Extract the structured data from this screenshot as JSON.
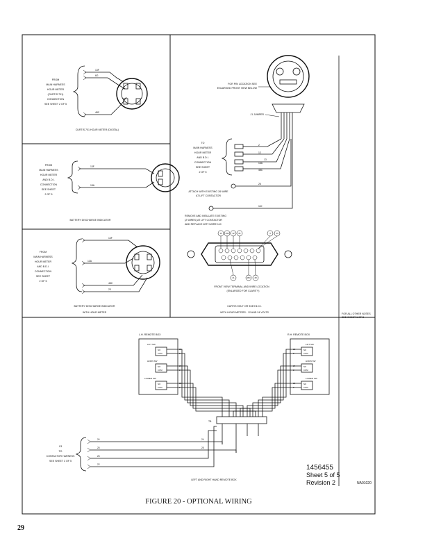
{
  "page_number": "29",
  "figure_title": "FIGURE 20 - OPTIONAL WIRING",
  "drawing": {
    "number": "1456455",
    "sheet": "Sheet 5 of 5",
    "revision": "Revision 2",
    "ref": "NA01020"
  },
  "side_note": [
    "FOR ALL OTHER NOTES",
    "SEE SHEET 1 OF 5"
  ],
  "panel_hour_meter": {
    "note": [
      "FROM",
      "MAIN HARNESS",
      "HOUR METER",
      "(CURTIS 701)",
      "CONNECTION",
      "SEE SHEET 2 OF 5"
    ],
    "wires": [
      "13F",
      "6G",
      "48C"
    ],
    "caption": "CURTIS 701 HOUR METER (DIGITAL)"
  },
  "panel_bdi": {
    "note": [
      "FROM",
      "MAIN HARNESS",
      "HOUR METER",
      "AND B.D.I.",
      "CONNECTION",
      "SEE SHEET",
      "2 OF 5"
    ],
    "wires": [
      "13F",
      "13A"
    ],
    "caption": "BATTERY DISCHARGE INDICATOR"
  },
  "panel_bdi_hm": {
    "note": [
      "FROM",
      "MAIN HARNESS",
      "HOUR METER",
      "AND B.D.I.",
      "CONNECTION",
      "SEE SHEET",
      "2 OF 5"
    ],
    "wires": [
      "13F",
      "13A",
      "48C",
      "23"
    ],
    "caption": [
      "BATTERY DISCHARGE INDICATOR",
      "WITH HOUR METER"
    ]
  },
  "panel_curtis_933": {
    "pin_note": [
      "FOR PIN LOCATION SEE",
      "ENLARGED FRONT VIEW BELOW"
    ],
    "jumper": "J1 JUMPER",
    "to_note": [
      "TO",
      "MAIN HARNESS",
      "HOUR METER",
      "AND B.D.I.",
      "CONNECTION",
      "SEE SHEET",
      "2 OF 5"
    ],
    "wires": [
      "2",
      "12",
      "13",
      "13A",
      "48C"
    ],
    "wire_26": "26",
    "wire_110": "110",
    "attach_note": [
      "ATTACH WITH EXISTING 26 WIRE",
      "AT LIFT CONTACTOR"
    ],
    "remove_note": [
      "REMOVE AND INSULATE EXISTING",
      "(2 WIRES) AT LIFT CONTACTOR",
      "AND REPLACE WITH WIRE 110"
    ],
    "conn_top_labels": [
      "13",
      "13A",
      "12",
      "21",
      "3",
      "13"
    ],
    "conn_bottom_labels": [
      "21",
      "48C",
      "48"
    ],
    "front_view_note": [
      "FRONT VIEW TERMINAL AND WIRE LOCATION",
      "(ENLARGED FOR CLARITY)"
    ],
    "caption": [
      "CURTIS 933-T OR 933H B.D.I.",
      "WITH HOUR METERS - 12 AND 24 VOLTS"
    ]
  },
  "panel_remote": {
    "lh_box": "L.H. REMOTE BOX",
    "rh_box": "R.H. REMOTE BOX",
    "switches": [
      "LIFT SW",
      "HORN SW",
      "LOWER SW"
    ],
    "contact_no": "NO",
    "contact_com": "COM",
    "lh_wires": [
      [
        "22",
        "2"
      ],
      [
        "24",
        "2"
      ],
      [
        "25",
        "2"
      ]
    ],
    "rh_wires": [
      [
        "22",
        "2"
      ],
      [
        "24",
        "2"
      ],
      [
        "25",
        "2"
      ]
    ],
    "tb_label": "TB",
    "harness_note": [
      "X3",
      "TO",
      "CONTACTOR HARNESS",
      "SEE SHEET 3 OF 5"
    ],
    "harness_wires": [
      "24",
      "25",
      "26",
      "22"
    ],
    "caption": "LEFT AND RIGHT HAND REMOTE BOX"
  }
}
